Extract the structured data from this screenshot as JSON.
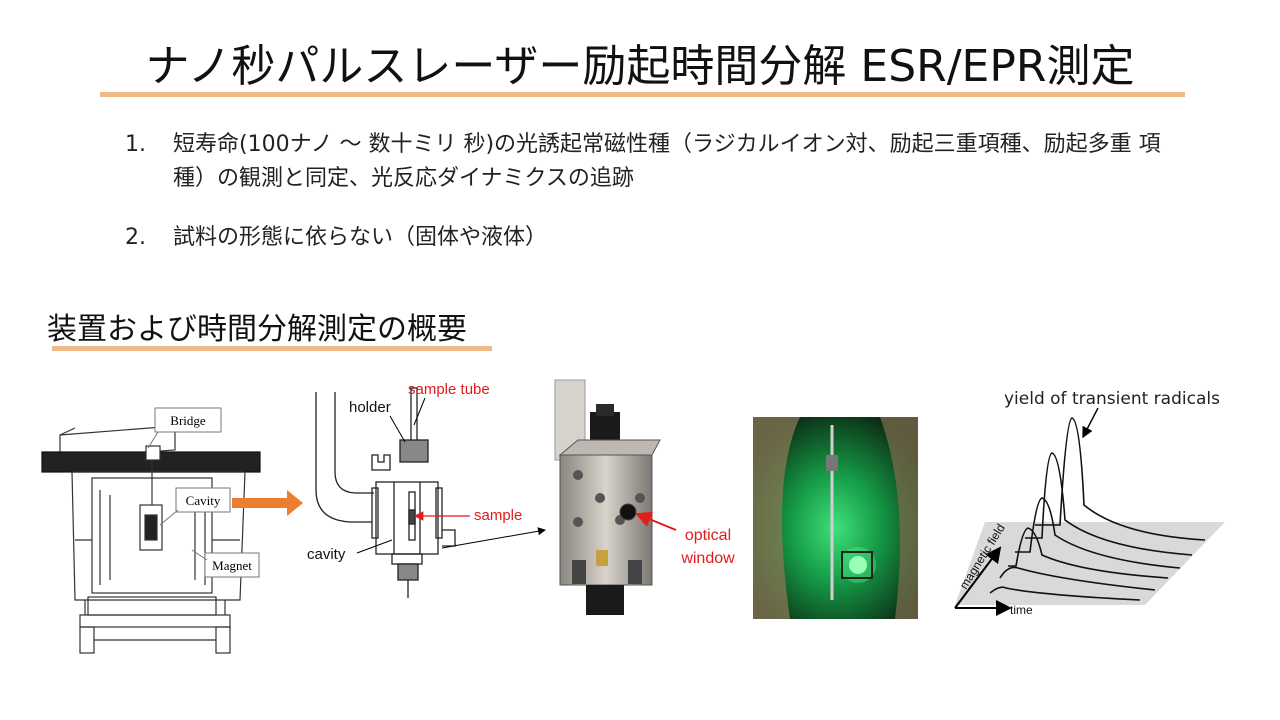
{
  "slide": {
    "title": "ナノ秒パルスレーザー励起時間分解 ESR/EPR測定",
    "points": [
      {
        "number": "1.",
        "text": "短寿命(100ナノ 〜 数十ミリ 秒)の光誘起常磁性種（ラジカルイオン対、励起三重項種、励起多重 項種）の観測と同定、光反応ダイナミクスの追跡"
      },
      {
        "number": "2.",
        "text": "試料の形態に依らない（固体や液体）"
      }
    ],
    "subtitle": "装置および時間分解測定の概要"
  },
  "figures": {
    "apparatus": {
      "bridge": "Bridge",
      "cavity": "Cavity",
      "magnet": "Magnet"
    },
    "cavity_diagram": {
      "sample_tube": "sample tube",
      "holder": "holder",
      "sample": "sample",
      "cavity": "cavity"
    },
    "cavity_photo": {
      "optical_window": [
        "optical",
        "window"
      ]
    },
    "plot": {
      "annotation": "yield of transient radicals",
      "y_axis": "magnetic field",
      "x_axis": "time"
    }
  },
  "colors": {
    "accent_rule": "#f0b98a",
    "arrow_orange": "#ed7d31",
    "label_red": "#e21b1b",
    "laser_green": "#22c060"
  }
}
